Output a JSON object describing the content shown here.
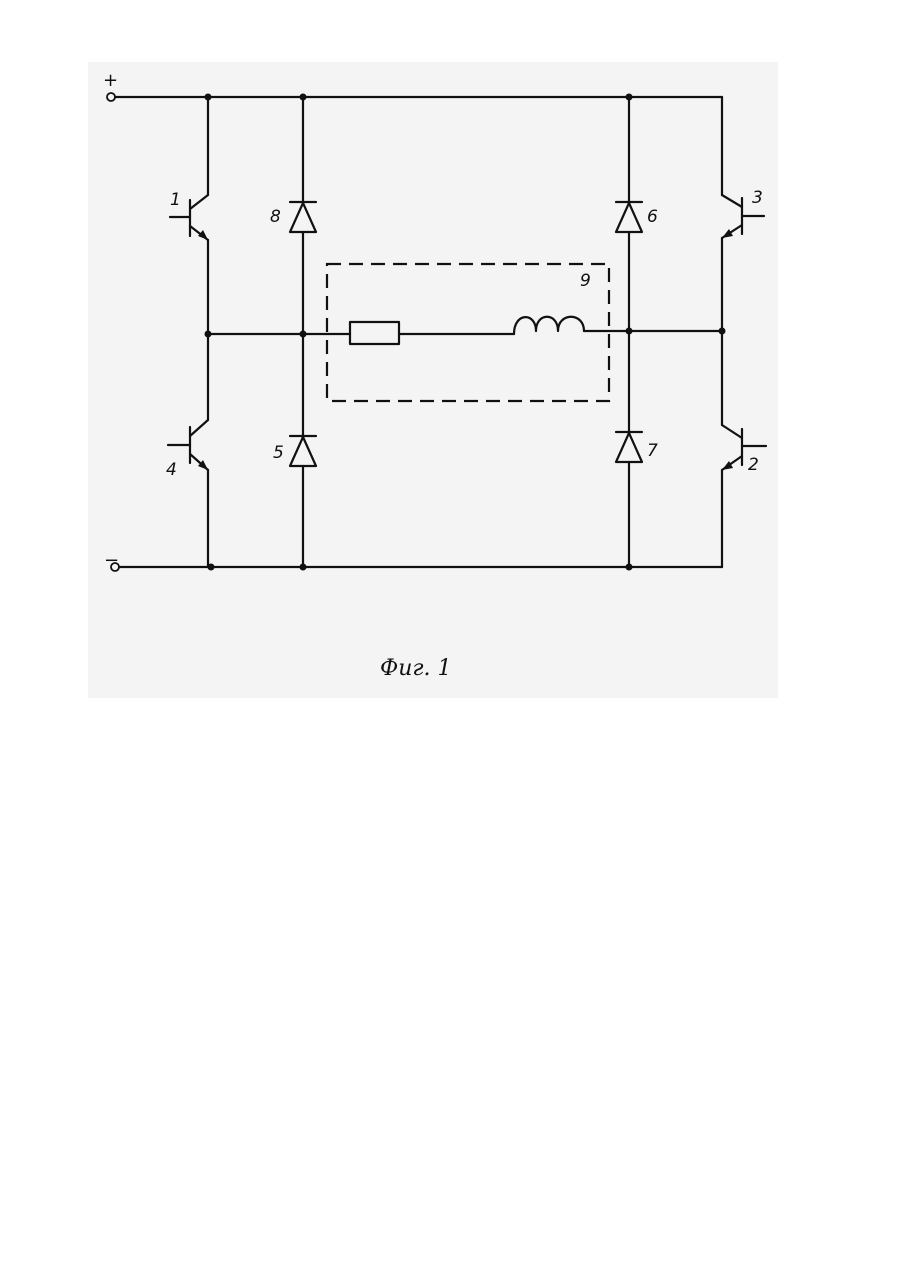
{
  "figure": {
    "caption": "Фиг. 1",
    "terminals": {
      "positive": "+",
      "negative": "−"
    },
    "transistors": [
      {
        "label": "1"
      },
      {
        "label": "2"
      },
      {
        "label": "3"
      },
      {
        "label": "4"
      }
    ],
    "diodes": [
      {
        "label": "5"
      },
      {
        "label": "6"
      },
      {
        "label": "7"
      },
      {
        "label": "8"
      }
    ],
    "load": {
      "label": "9"
    }
  }
}
